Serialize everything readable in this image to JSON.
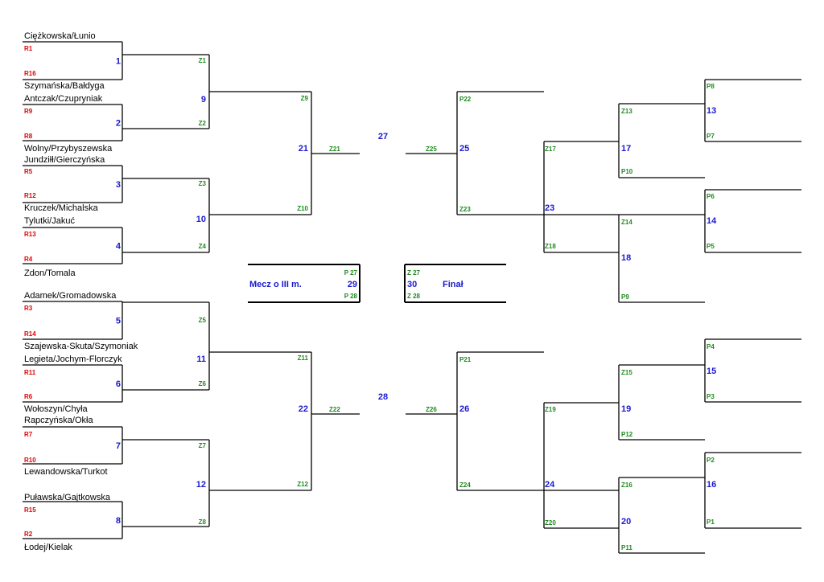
{
  "teams": [
    "Ciężkowska/Łunio",
    "Szymańska/Bałdyga",
    "Antczak/Czupryniak",
    "Wolny/Przybyszewska",
    "Jundziłł/Gierczyńska",
    "Kruczek/Michalska",
    "Tylutki/Jakuć",
    "Zdon/Tomala",
    "Adamek/Gromadowska",
    "Szajewska-Skuta/Szymoniak",
    "Legieta/Jochym-Florczyk",
    "Wołoszyn/Chyła",
    "Rapczyńska/Okła",
    "Lewandowska/Turkot",
    "Puławska/Gajtkowska",
    "Łodej/Kielak"
  ],
  "seeds": [
    "R1",
    "R16",
    "R9",
    "R8",
    "R5",
    "R12",
    "R13",
    "R4",
    "R3",
    "R14",
    "R11",
    "R6",
    "R7",
    "R10",
    "R15",
    "R2"
  ],
  "r1_matches": [
    "1",
    "2",
    "3",
    "4",
    "5",
    "6",
    "7",
    "8"
  ],
  "r1_winner_labels": [
    "Z1",
    "Z2",
    "Z3",
    "Z4",
    "Z5",
    "Z6",
    "Z7",
    "Z8"
  ],
  "r2_matches": [
    "9",
    "10",
    "11",
    "12"
  ],
  "r2_winner_labels": [
    "Z9",
    "Z10",
    "Z11",
    "Z12"
  ],
  "r3_matches": [
    "21",
    "22"
  ],
  "r3_winner_labels": [
    "Z21",
    "Z22"
  ],
  "semis": [
    "27",
    "28"
  ],
  "right_semi_labels": [
    "Z25",
    "Z26"
  ],
  "right_r3_matches": [
    "25",
    "26"
  ],
  "right_r3_top_labels": [
    "P22",
    "P21"
  ],
  "right_r3_bottom_labels": [
    "Z23",
    "Z24"
  ],
  "right_r2_matches": [
    "23",
    "24"
  ],
  "right_r2_top_labels": [
    "Z17",
    "Z19"
  ],
  "right_r2_bottom_labels": [
    "Z18",
    "Z20"
  ],
  "right_r1_matches": [
    "17",
    "18",
    "19",
    "20"
  ],
  "right_r1_top_labels": [
    "Z13",
    "Z14",
    "Z15",
    "Z16"
  ],
  "right_r1_bottom_labels": [
    "P10",
    "P9",
    "P12",
    "P11"
  ],
  "right_r0_matches": [
    "13",
    "14",
    "15",
    "16"
  ],
  "right_r0_top_labels": [
    "P8",
    "P6",
    "P4",
    "P2"
  ],
  "right_r0_bottom_labels": [
    "P7",
    "P5",
    "P3",
    "P1"
  ],
  "third_place": {
    "title": "Mecz o III m.",
    "number": "29",
    "top_label": "P 27",
    "bottom_label": "P 28"
  },
  "final": {
    "number": "30",
    "title": "Finał",
    "top_label": "Z 27",
    "bottom_label": "Z 28"
  },
  "colors": {
    "team": "#000000",
    "seed": "#e00000",
    "match_number": "#1a1ad0",
    "path_label": "#1e8a1e",
    "line": "#000000"
  }
}
